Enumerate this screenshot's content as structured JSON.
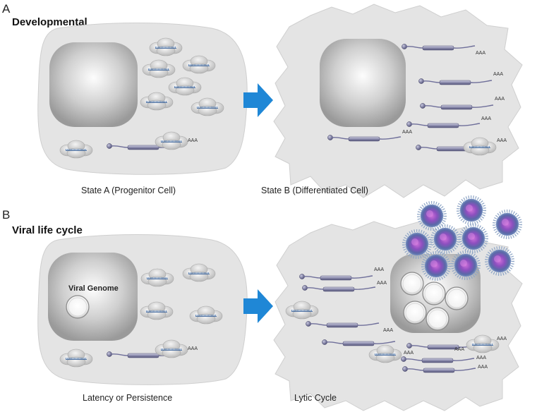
{
  "panels": [
    {
      "letter": "A",
      "title": "Developmental",
      "left_caption": "State A (Progenitor Cell)",
      "right_caption": "State B (Differentiated Cell)"
    },
    {
      "letter": "B",
      "title": "Viral life cycle",
      "nucleus_label": "Viral Genome",
      "left_caption": "Latency or Persistence",
      "right_caption": "Lytic Cycle"
    }
  ],
  "transcript_tail": "AAA",
  "colors": {
    "cell_fill": "#e4e4e4",
    "cell_stroke": "#c8c8c8",
    "arrow": "#1f87d6",
    "rna": "#6f6f9a",
    "virion": "#9c5fc0"
  },
  "icons": [
    "ribosome-icon",
    "mrna-transcript-icon",
    "transition-arrow-icon",
    "virion-icon",
    "viral-genome-icon"
  ]
}
